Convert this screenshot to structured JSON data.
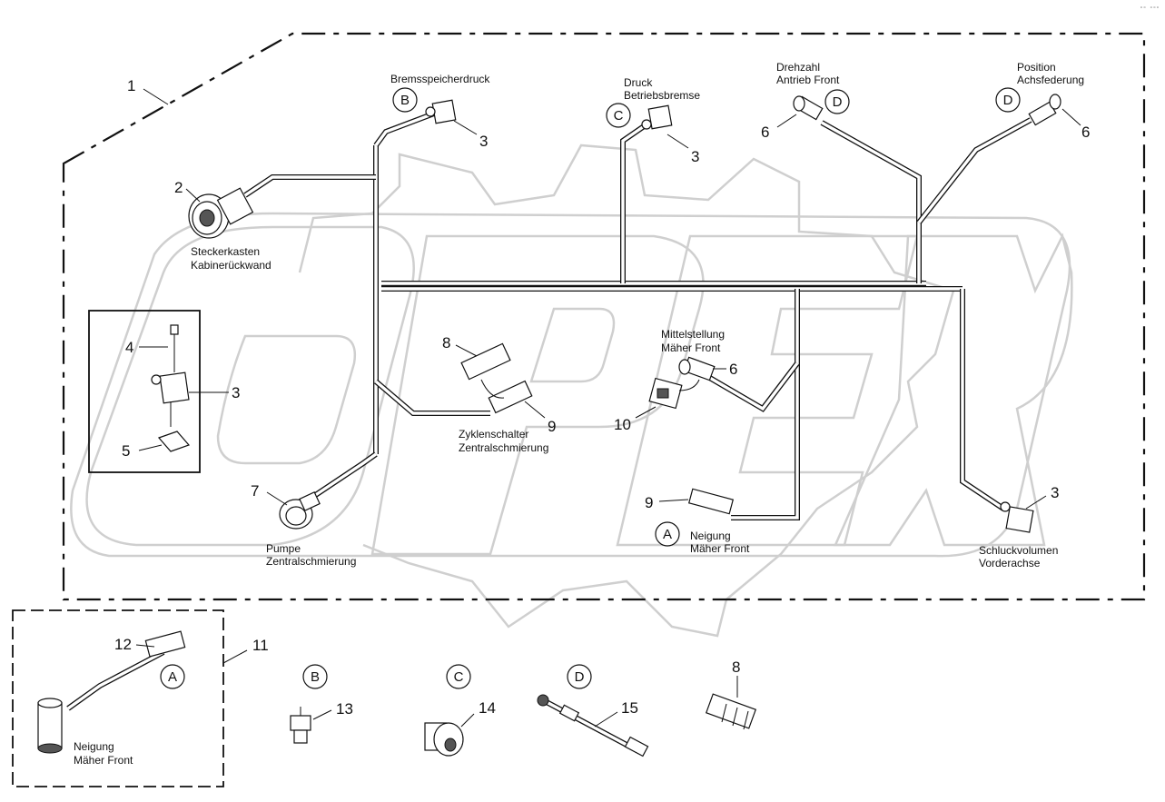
{
  "watermark": {
    "text": "OPEX"
  },
  "corner_mark": "∘∘ ∘∘∘",
  "part_numbers": {
    "p1": "1",
    "p2": "2",
    "p3a": "3",
    "p3b": "3",
    "p3c": "3",
    "p3d": "3",
    "p4": "4",
    "p5": "5",
    "p6a": "6",
    "p6b": "6",
    "p6c": "6",
    "p7": "7",
    "p8a": "8",
    "p8b": "8",
    "p9a": "9",
    "p9b": "9",
    "p10": "10",
    "p11": "11",
    "p12": "12",
    "p13": "13",
    "p14": "14",
    "p15": "15"
  },
  "callouts": {
    "b_main": "B",
    "c_main": "C",
    "d_main1": "D",
    "d_main2": "D",
    "a_main": "A",
    "a_box11": "A",
    "b_legend": "B",
    "c_legend": "C",
    "d_legend": "D"
  },
  "captions": {
    "bremsspeicherdruck": "Bremsspeicherdruck",
    "druck_line1": "Druck",
    "druck_line2": "Betriebsbremse",
    "drehzahl_line1": "Drehzahl",
    "drehzahl_line2": "Antrieb Front",
    "position_line1": "Position",
    "position_line2": "Achsfederung",
    "steckerkasten_line1": "Steckerkasten",
    "steckerkasten_line2": "Kabinerückwand",
    "mittelstellung_line1": "Mittelstellung",
    "mittelstellung_line2": "Mäher Front",
    "zyklenschalter_line1": "Zyklenschalter",
    "zyklenschalter_line2": "Zentralschmierung",
    "pumpe_line1": "Pumpe",
    "pumpe_line2": "Zentralschmierung",
    "neigung_line1": "Neigung",
    "neigung_line2": "Mäher Front",
    "schluck_line1": "Schluckvolumen",
    "schluck_line2": "Vorderachse",
    "neigung_box_line1": "Neigung",
    "neigung_box_line2": "Mäher Front"
  }
}
